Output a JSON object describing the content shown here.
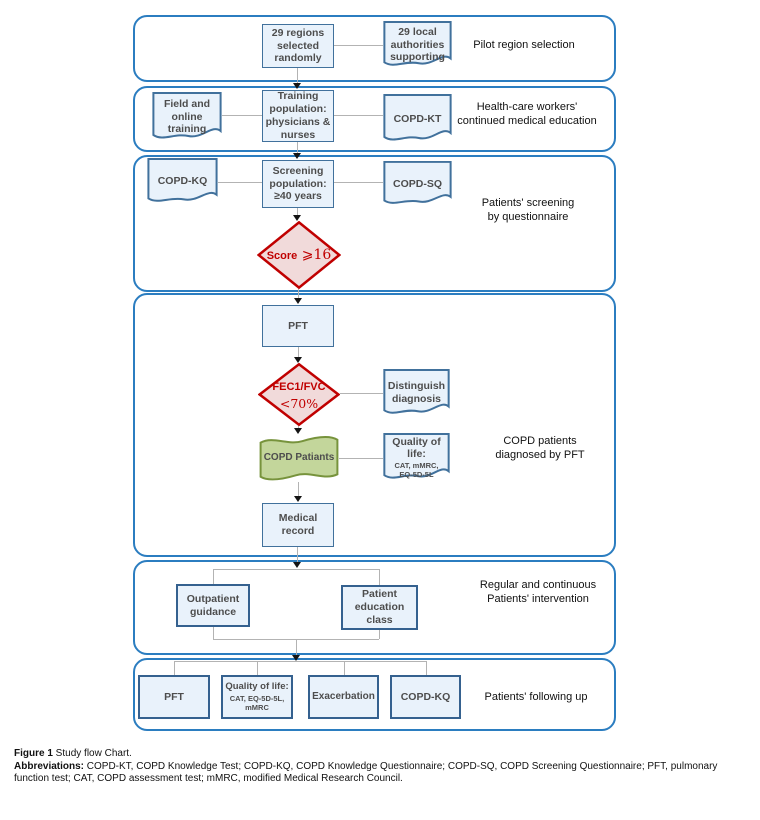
{
  "sections": [
    {
      "label": "Pilot region selection"
    },
    {
      "label": "Health-care workers'\ncontinued medical education"
    },
    {
      "label": "Patients' screening\nby questionnaire"
    },
    {
      "label": "COPD patients\ndiagnosed by PFT"
    },
    {
      "label": "Regular and continuous\nPatients' intervention"
    },
    {
      "label": "Patients' following up"
    }
  ],
  "nodes": {
    "regions": {
      "shape": "rect",
      "text": "29 regions\nselected\nrandomly"
    },
    "local_authorities": {
      "shape": "document",
      "text": "29 local\nauthorities\nsupporting"
    },
    "field_training": {
      "shape": "document",
      "text": "Field and\nonline\ntraining"
    },
    "training_population": {
      "shape": "rect",
      "text": "Training\npopulation:\nphysicians &\nnurses"
    },
    "copd_kt": {
      "shape": "document",
      "text": "COPD-KT"
    },
    "copd_kq": {
      "shape": "document",
      "text": "COPD-KQ"
    },
    "screening_population": {
      "shape": "rect",
      "text": "Screening\npopulation:\n≥40 years"
    },
    "copd_sq": {
      "shape": "document",
      "text": "COPD-SQ"
    },
    "score_decision": {
      "shape": "decision",
      "label": "Score",
      "value": "⩾16"
    },
    "pft": {
      "shape": "rect",
      "text": "PFT"
    },
    "fev_decision": {
      "shape": "decision",
      "line1": "FEC1/FVC",
      "line2": "<70%"
    },
    "distinguish": {
      "shape": "document",
      "text": "Distinguish\ndiagnosis"
    },
    "copd_patients": {
      "shape": "wave",
      "text": "COPD Patiants"
    },
    "qol_diagnosis": {
      "shape": "document",
      "title": "Quality of\nlife:",
      "sub": "CAT, mMRC,\nEQ-5D-5L"
    },
    "medical_record": {
      "shape": "rect",
      "text": "Medical\nrecord"
    },
    "outpatient": {
      "shape": "rect",
      "text": "Outpatient\nguidance"
    },
    "patient_education": {
      "shape": "rect",
      "text": "Patient\neducation\nclass"
    },
    "pft_followup": {
      "shape": "rect",
      "text": "PFT"
    },
    "qol_followup": {
      "shape": "rect",
      "title": "Quality of life:",
      "sub": "CAT, EQ-5D-5L,\nmMRC"
    },
    "exacerbation": {
      "shape": "rect",
      "text": "Exacerbation"
    },
    "copd_kq_followup": {
      "shape": "rect",
      "text": "COPD-KQ"
    }
  },
  "caption": {
    "figure_label": "Figure 1",
    "figure_title": " Study flow Chart.",
    "abbreviations_label": "Abbreviations:",
    "abbreviations_text": " COPD-KT, COPD Knowledge Test; COPD-KQ, COPD Knowledge Questionnaire; COPD-SQ, COPD Screening Questionnaire; PFT, pulmonary function test; CAT, COPD assessment test; mMRC, modified Medical Research Council."
  },
  "colors": {
    "section_border": "#2b7dc0",
    "node_border": "#41719c",
    "node_fill": "#e9f2fb",
    "decision_border": "#c00000",
    "decision_fill": "#f1dada",
    "decision_text": "#c00000",
    "wave_border": "#77933c",
    "wave_fill": "#c3d69b",
    "connector_line": "#b3b3b3",
    "node_text": "#4d4d4d"
  }
}
